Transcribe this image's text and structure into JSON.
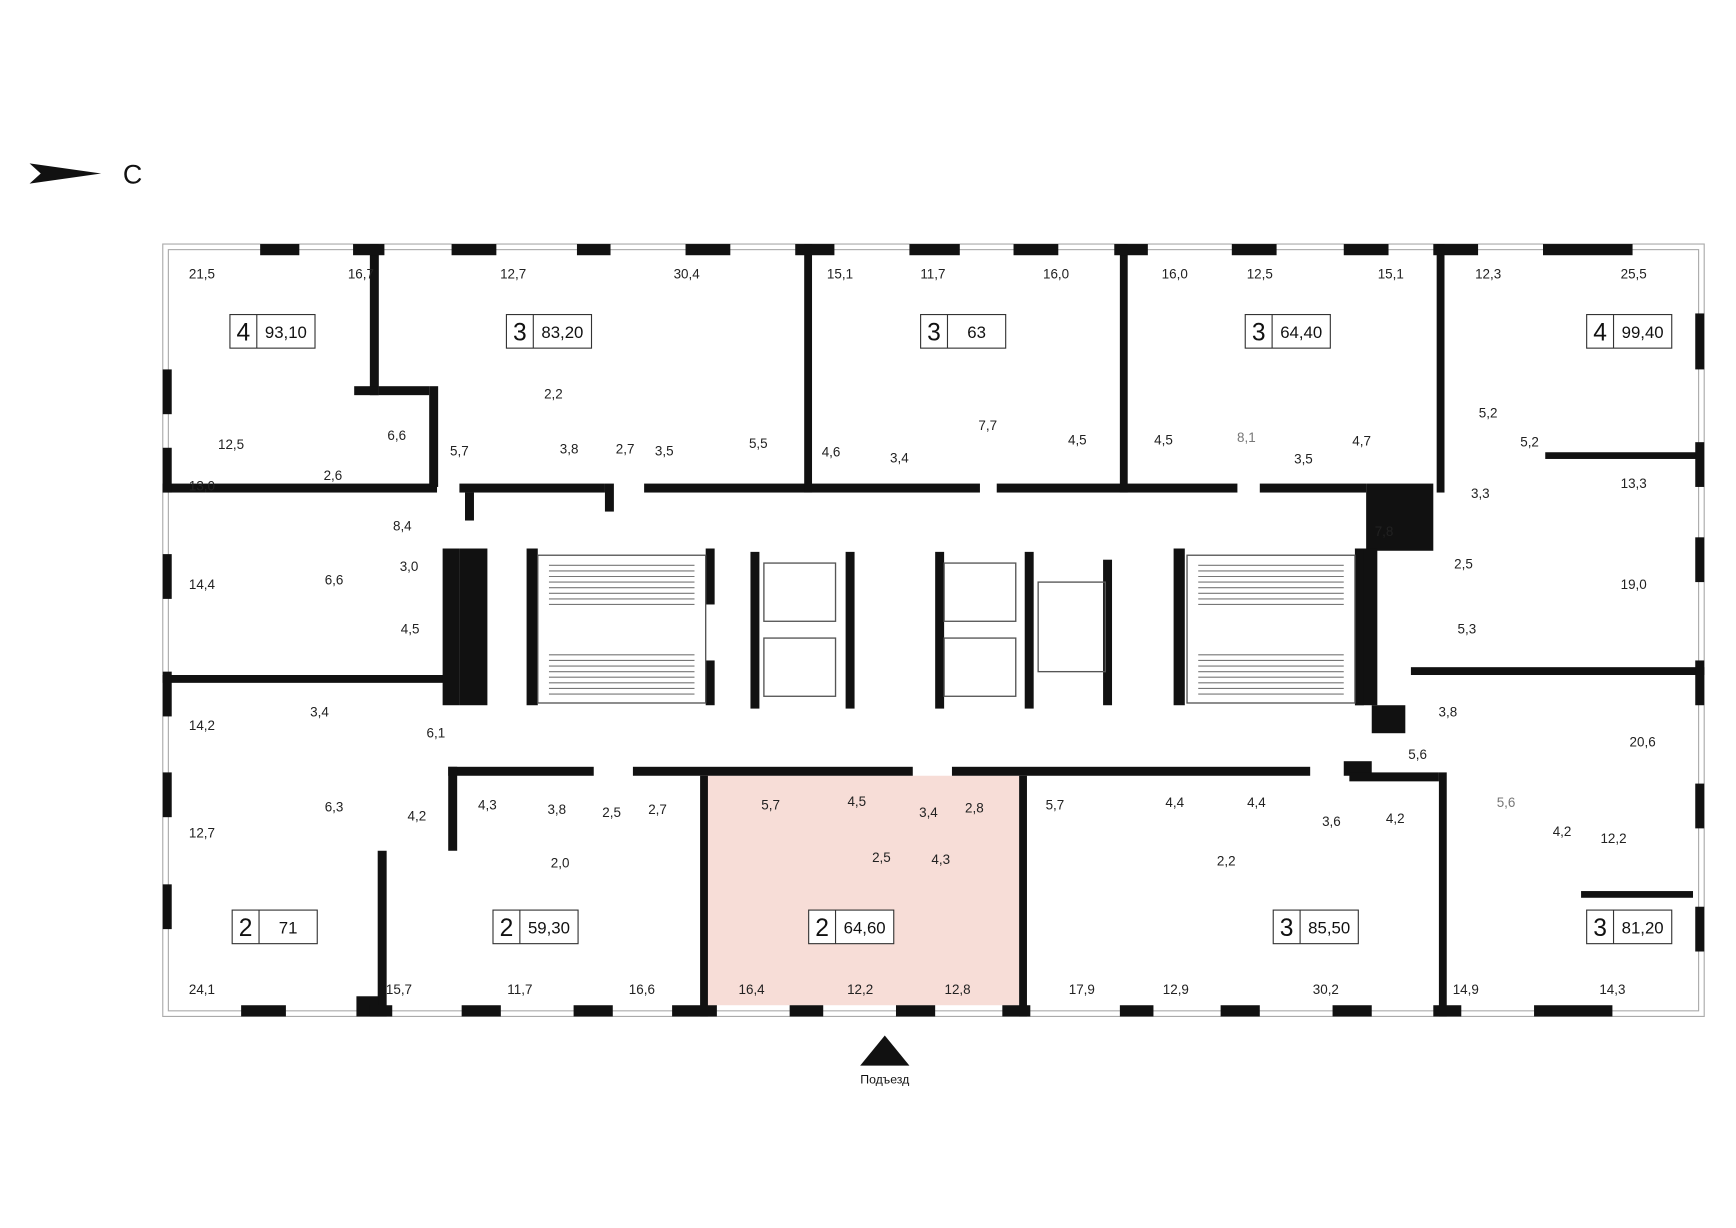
{
  "compass": {
    "label": "С"
  },
  "entrance": {
    "label": "Подъезд"
  },
  "highlight_color": "#f7ddd7",
  "apartments": [
    {
      "rooms": "4",
      "area": "93,10"
    },
    {
      "rooms": "3",
      "area": "83,20"
    },
    {
      "rooms": "3",
      "area": "63"
    },
    {
      "rooms": "3",
      "area": "64,40"
    },
    {
      "rooms": "4",
      "area": "99,40"
    },
    {
      "rooms": "2",
      "area": "71"
    },
    {
      "rooms": "2",
      "area": "59,30"
    },
    {
      "rooms": "2",
      "area": "64,60",
      "highlighted": true
    },
    {
      "rooms": "3",
      "area": "85,50"
    },
    {
      "rooms": "3",
      "area": "81,20"
    }
  ],
  "room_areas": [
    "21,5",
    "16,7",
    "12,7",
    "30,4",
    "15,1",
    "11,7",
    "16,0",
    "16,0",
    "12,5",
    "15,1",
    "12,3",
    "25,5",
    "12,5",
    "6,6",
    "5,7",
    "3,8",
    "2,2",
    "2,7",
    "3,5",
    "5,5",
    "4,6",
    "3,4",
    "7,7",
    "4,5",
    "4,5",
    "8,1",
    "3,5",
    "4,7",
    "5,2",
    "5,2",
    "3,3",
    "13,3",
    "2,6",
    "13,0",
    "8,4",
    "7,8",
    "14,4",
    "6,6",
    "3,0",
    "4,5",
    "19,0",
    "2,5",
    "5,3",
    "14,2",
    "3,4",
    "6,1",
    "12,7",
    "6,3",
    "4,2",
    "3,8",
    "5,6",
    "20,6",
    "4,3",
    "3,8",
    "2,5",
    "2,7",
    "5,7",
    "4,5",
    "3,4",
    "2,8",
    "5,7",
    "4,4",
    "4,4",
    "3,6",
    "4,2",
    "5,6",
    "4,2",
    "12,2",
    "2,0",
    "2,5",
    "4,3",
    "2,2",
    "24,1",
    "15,7",
    "11,7",
    "16,6",
    "16,4",
    "12,2",
    "12,8",
    "17,9",
    "12,9",
    "30,2",
    "14,9",
    "14,3"
  ]
}
